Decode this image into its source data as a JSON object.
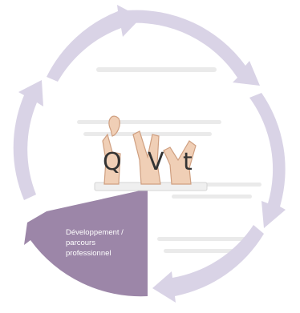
{
  "logo": {
    "letters": [
      "Q",
      "V",
      "t"
    ],
    "text": "QVt"
  },
  "highlighted_segment": {
    "label_lines": [
      "Développement /",
      "parcours",
      "professionnel"
    ]
  },
  "colors": {
    "ring": "#d9d3e6",
    "highlight": "#9c86a8",
    "highlight_text": "#ffffff",
    "letters": "#333333"
  },
  "icons": [
    "cycle-arrow-icon",
    "hand-sign-icon"
  ]
}
